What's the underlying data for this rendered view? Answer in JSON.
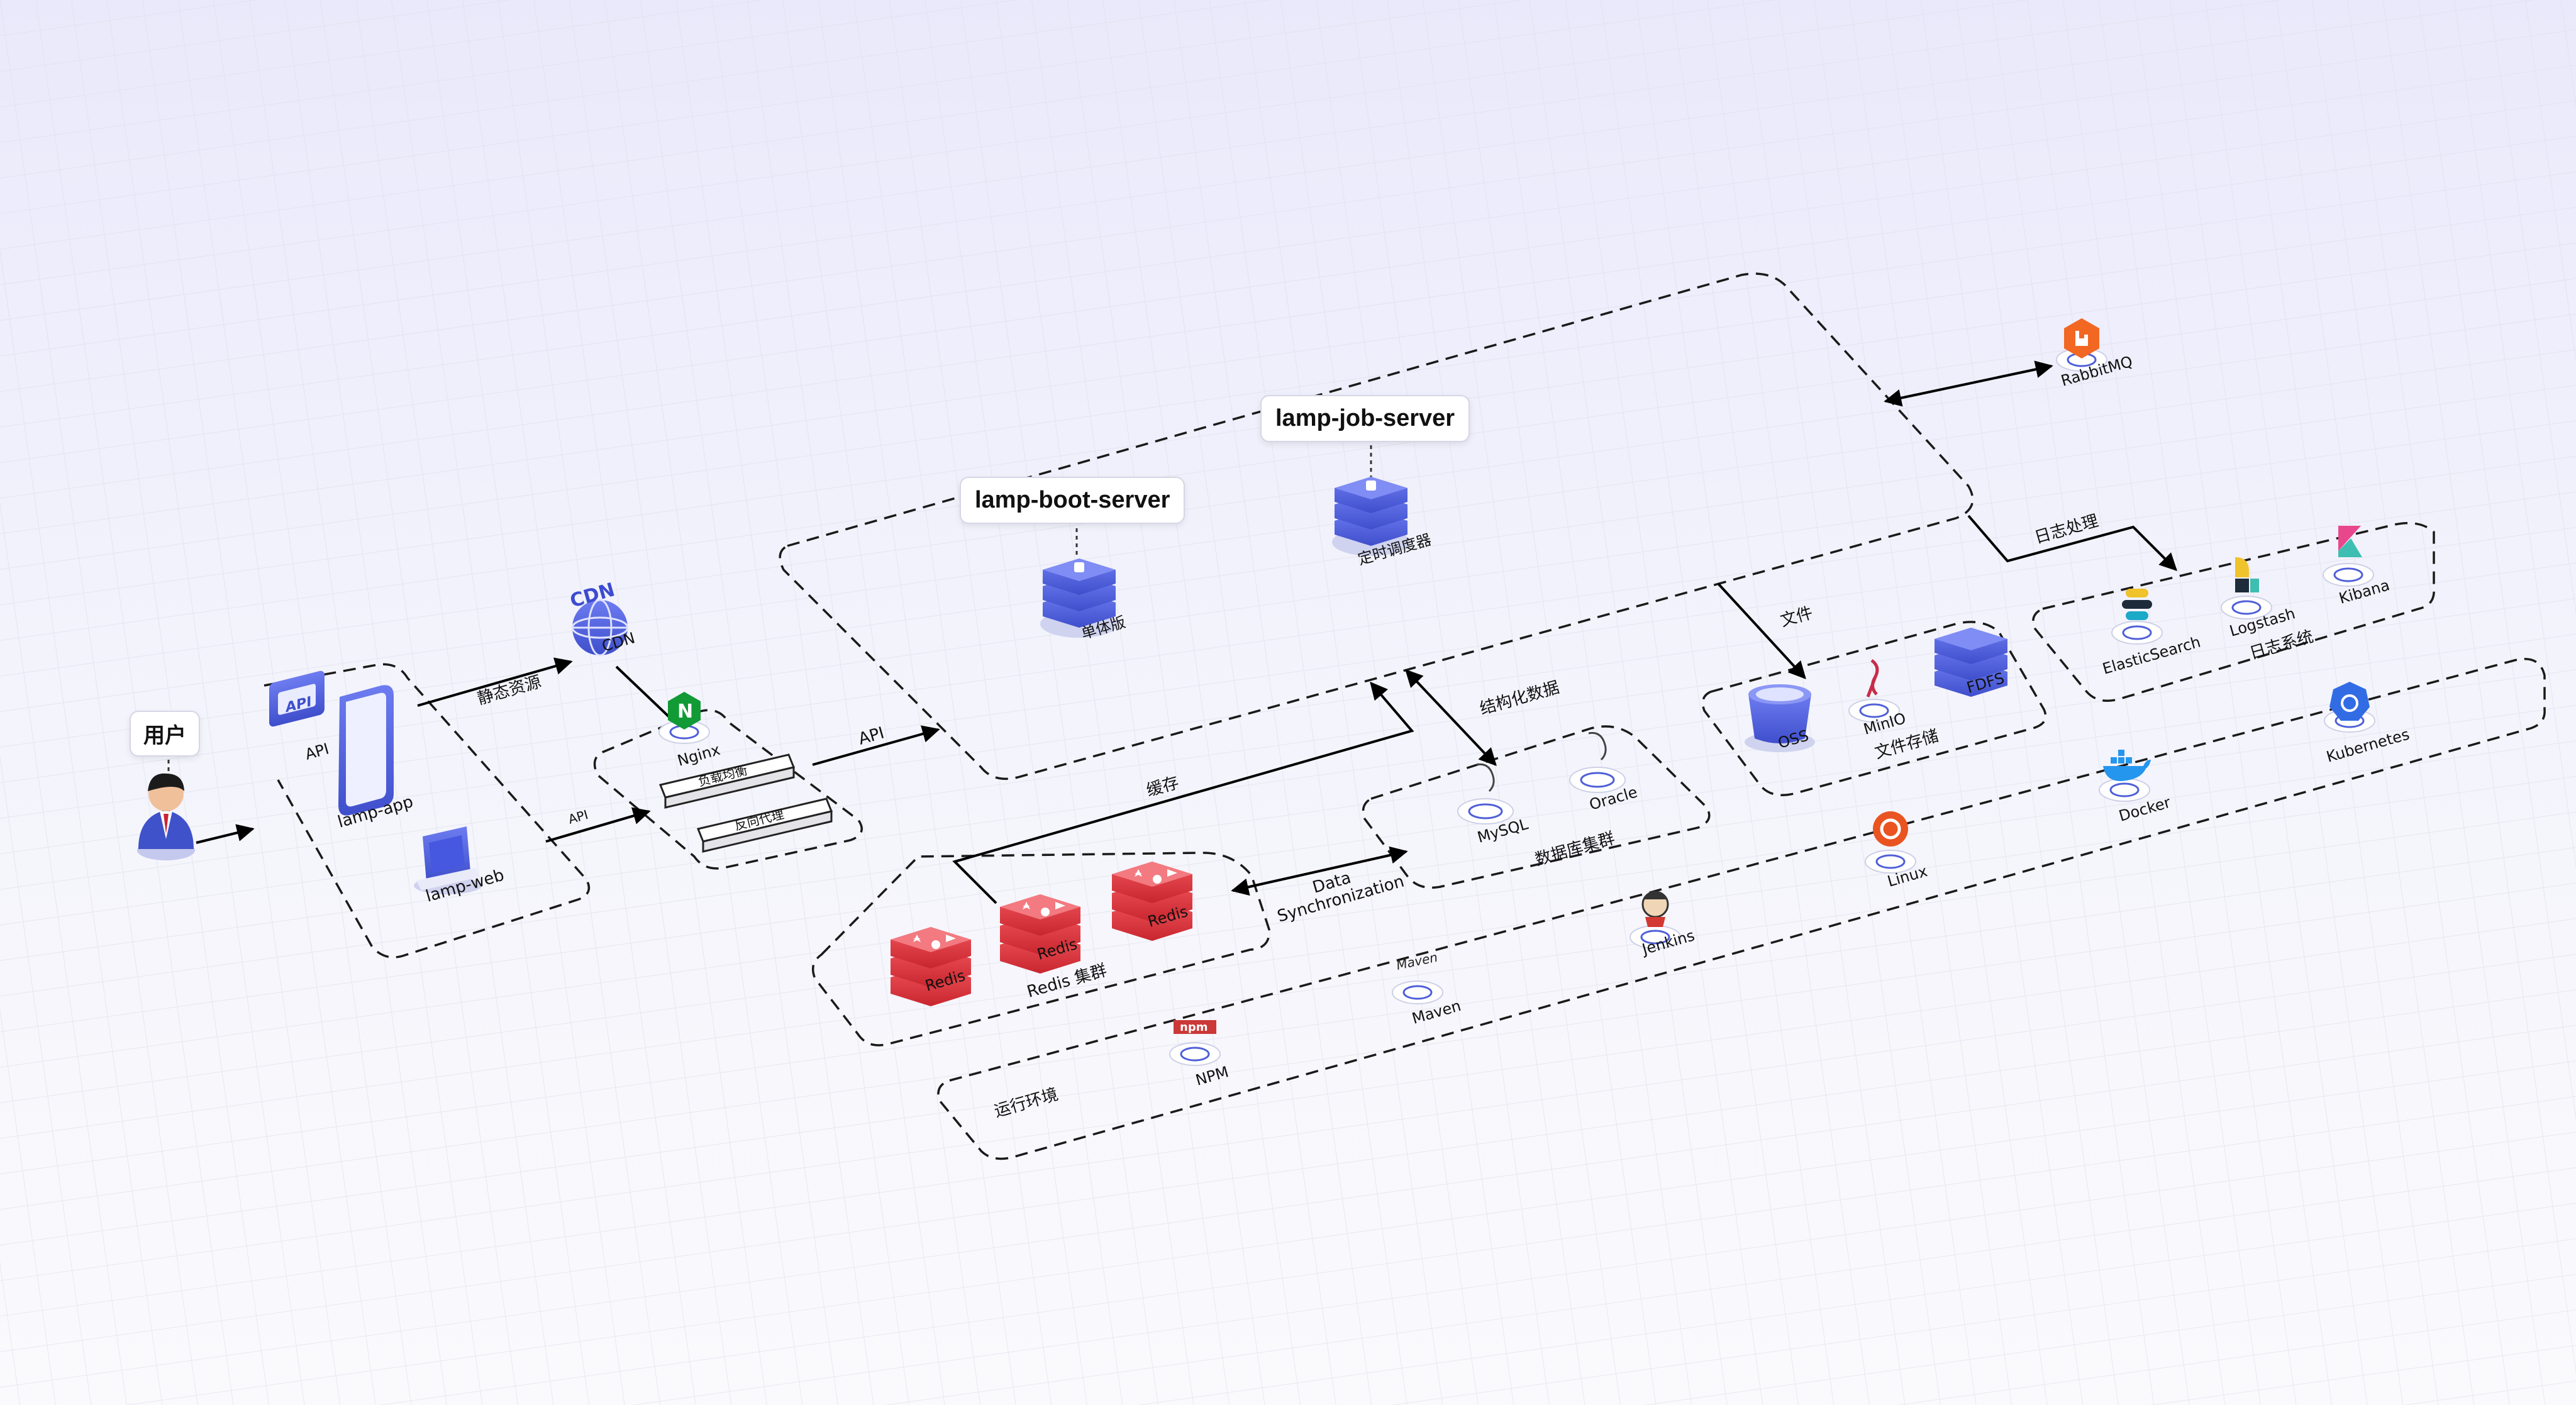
{
  "callouts": {
    "user": "用户",
    "boot_server": "lamp-boot-server",
    "job_server": "lamp-job-server"
  },
  "nodes": {
    "api": "API",
    "lamp_app": "lamp-app",
    "lamp_web": "lamp-web",
    "cdn_logo": "CDN",
    "cdn": "CDN",
    "nginx": "Nginx",
    "load_balance": "负载均衡",
    "reverse_proxy": "反向代理",
    "monolith": "单体版",
    "scheduler": "定时调度器",
    "rabbitmq": "RabbitMQ",
    "elasticsearch": "ElasticSearch",
    "logstash": "Logstash",
    "kibana": "Kibana",
    "log_system": "日志系统",
    "oss": "OSS",
    "minio": "MinIO",
    "fdfs": "FDFS",
    "file_storage": "文件存储",
    "mysql": "MySQL",
    "oracle": "Oracle",
    "db_cluster": "数据库集群",
    "redis": "Redis",
    "redis_cluster": "Redis 集群",
    "kubernetes": "Kubernetes",
    "docker": "Docker",
    "linux": "Linux",
    "jenkins": "Jenkins",
    "maven": "Maven",
    "maven_logo": "Maven",
    "npm": "NPM",
    "npm_logo": "npm",
    "runtime_env": "运行环境"
  },
  "edges": {
    "static_resources": "静态资源",
    "api_small": "API",
    "api": "API",
    "log_processing": "日志处理",
    "file": "文件",
    "structured_data": "结构化数据",
    "cache": "缓存",
    "data_sync_1": "Data",
    "data_sync_2": "Synchronization"
  },
  "colors": {
    "server_blue": "#4f5fd8",
    "redis_red": "#e4363e",
    "nginx_green": "#119a36",
    "rabbit_orange": "#f26722",
    "linux_orange": "#e95420",
    "docker_blue": "#2496ed",
    "k8s_blue": "#326ce5",
    "npm_red": "#cb3837"
  }
}
